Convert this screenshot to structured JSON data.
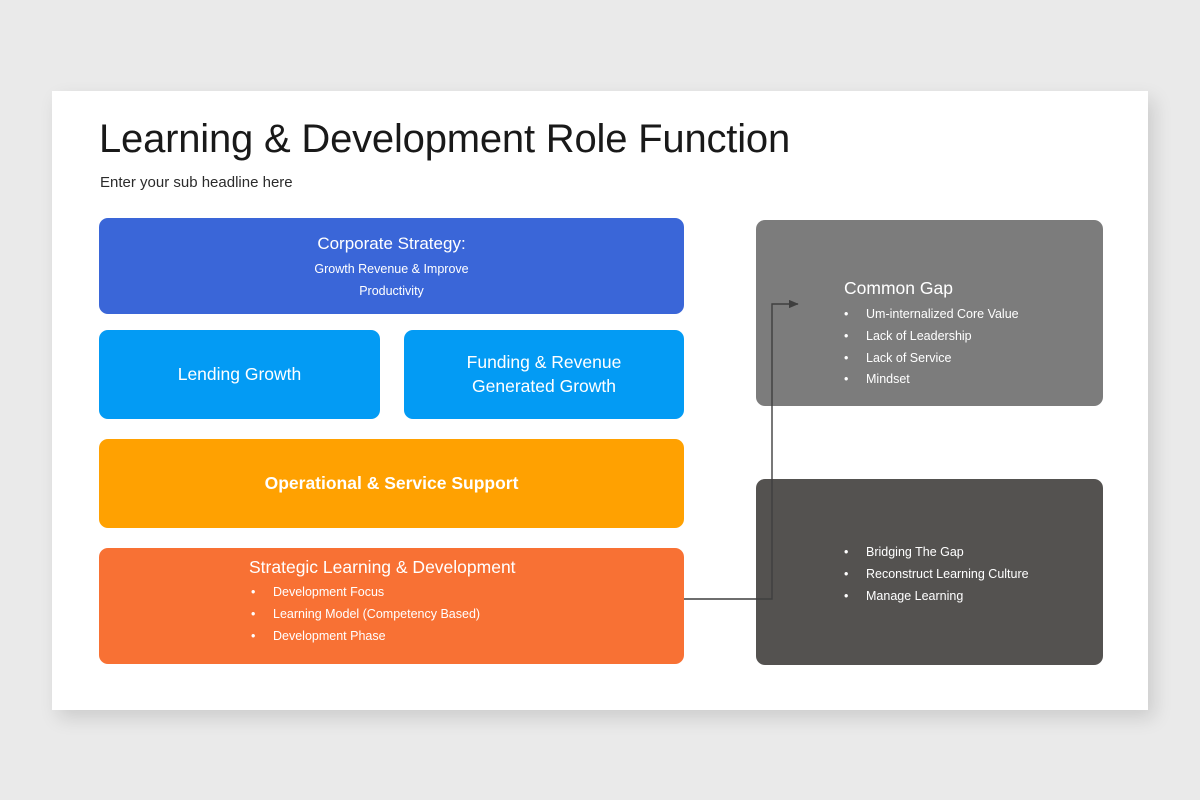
{
  "slide": {
    "title": "Learning & Development Role Function",
    "subtitle": "Enter your sub headline here"
  },
  "colors": {
    "background": "#eaeaea",
    "card": "#ffffff",
    "corporate_strategy": "#3a66d8",
    "growth_boxes": "#039bf4",
    "operational_support": "#ffa101",
    "strategic_learning": "#f87134",
    "common_gap": "#7c7c7c",
    "bridging_gap": "#545250",
    "connector": "#3f3f3f",
    "text_on_shape": "#ffffff",
    "title_text": "#191919"
  },
  "left_column": {
    "corporate_strategy": {
      "title": "Corporate Strategy:",
      "line1": "Growth Revenue & Improve",
      "line2": "Productivity"
    },
    "lending_growth": {
      "title": "Lending Growth"
    },
    "funding_revenue": {
      "line1": "Funding & Revenue",
      "line2": "Generated Growth"
    },
    "operational_support": {
      "title": "Operational & Service Support"
    },
    "strategic_learning": {
      "title": "Strategic Learning & Development",
      "bullets": [
        "Development Focus",
        "Learning Model (Competency Based)",
        "Development Phase"
      ]
    }
  },
  "right_column": {
    "common_gap": {
      "title": "Common Gap",
      "bullets": [
        "Um-internalized Core Value",
        "Lack of Leadership",
        "Lack of Service",
        "Mindset"
      ]
    },
    "bridging_gap": {
      "bullets": [
        "Bridging The Gap",
        "Reconstruct  Learning Culture",
        "Manage Learning"
      ]
    }
  },
  "bullet_marker": "•"
}
